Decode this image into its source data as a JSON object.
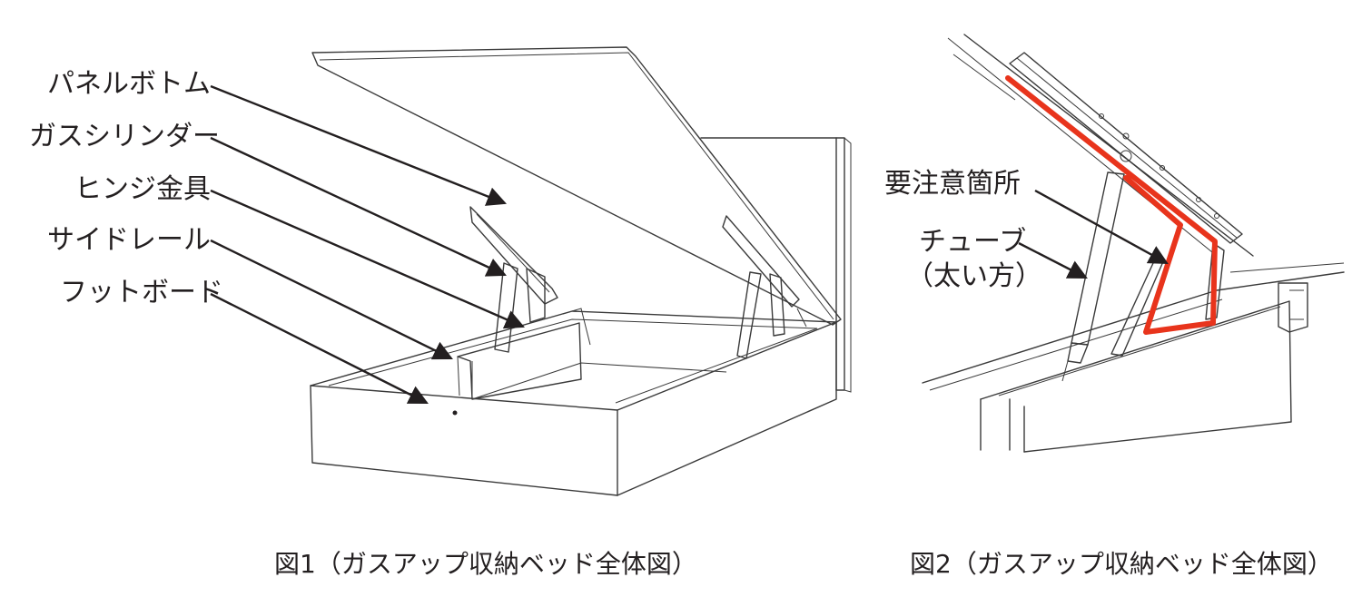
{
  "figure1": {
    "labels": [
      "パネルボトム",
      "ガスシリンダー",
      "ヒンジ金具",
      "サイドレール",
      "フットボード"
    ],
    "caption": "図1（ガスアップ収納ベッド全体図）"
  },
  "figure2": {
    "label_attention": "要注意箇所",
    "label_tube_line1": "チューブ",
    "label_tube_line2": "（太い方）",
    "caption": "図2（ガスアップ収納ベッド全体図）"
  },
  "colors": {
    "highlight": "#e8341c",
    "line": "#3a3a3a",
    "text": "#231f20"
  }
}
